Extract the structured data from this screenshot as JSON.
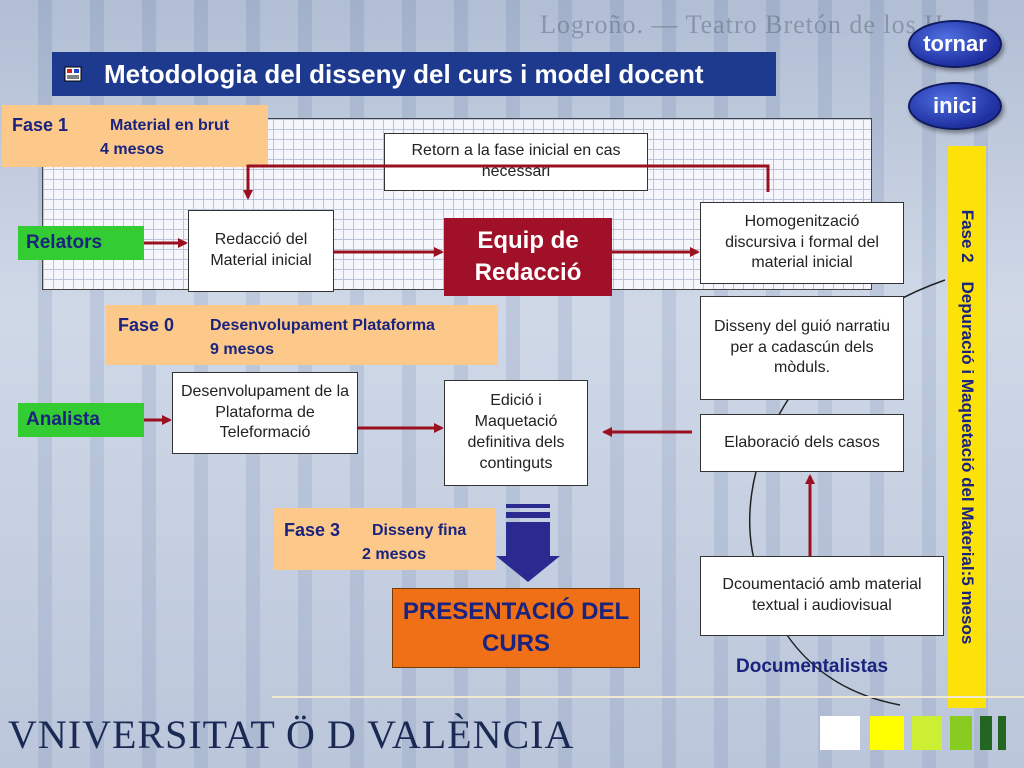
{
  "header": {
    "title": "Metodologia del disseny del curs i model docent"
  },
  "nav": {
    "tornar": "tornar",
    "inici": "inici"
  },
  "background_caption": "Logroño. — Teatro Bretón de los H",
  "phases": {
    "fase1": {
      "name": "Fase 1",
      "desc": "Material en brut",
      "duration": "4 mesos"
    },
    "fase0": {
      "name": "Fase 0",
      "desc": "Desenvolupament Plataforma",
      "duration": "9 mesos"
    },
    "fase3": {
      "name": "Fase 3",
      "desc": "Disseny fina",
      "duration": "2 mesos"
    },
    "fase2": {
      "name": "Fase 2",
      "desc": "Depuració i Maquetació del  Material:5 mesos"
    }
  },
  "roles": {
    "relators": "Relators",
    "analista": "Analista",
    "documentalistas": "Documentalistas"
  },
  "boxes": {
    "retorn": "Retorn a la fase inicial en cas necessari",
    "redaccio": "Redacció del Material inicial",
    "equip": "Equip de Redacció",
    "homogenitzacio": "Homogenització discursiva i formal del material inicial",
    "guio": "Disseny del guió narratiu per a cadascún dels mòduls.",
    "desenvolupament": "Desenvolupament de la Plataforma de Teleformació",
    "edicio": "Edició i Maquetació definitiva dels continguts",
    "casos": "Elaboració dels casos",
    "documentacio": "Dcoumentació amb material textual i audiovisual",
    "presentacio": "PRESENTACIÓ DEL CURS"
  },
  "footer": {
    "logo": "VNIVERSITAT Ö D VALÈNCIA"
  },
  "colors": {
    "title_bg": "#1d3a8f",
    "phase_bg": "#fdc98a",
    "role_bg": "#33cc33",
    "equip_bg": "#a01028",
    "present_bg": "#f07018",
    "fase2_bg": "#fde20a",
    "arrow": "#9a1020",
    "squares": [
      "#ffffff",
      "#ffff00",
      "#ccee33",
      "#88cc22",
      "#226622"
    ]
  },
  "icons": [
    "slides-icon",
    "arrow-down-icon"
  ]
}
